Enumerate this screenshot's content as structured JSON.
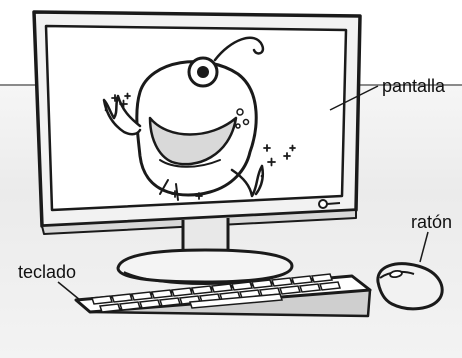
{
  "labels": {
    "screen": "pantalla",
    "mouse": "ratón",
    "keyboard": "teclado"
  }
}
